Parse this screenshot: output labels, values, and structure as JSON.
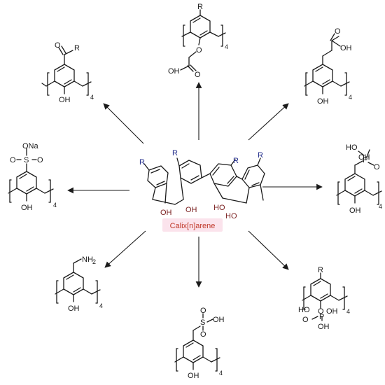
{
  "center": {
    "title": "Calix[n]arene",
    "substituent": "R",
    "hydroxyl": "OH",
    "hydroxyl_alt": "HO",
    "colors": {
      "title": "#c0392b",
      "highlight": "#fbe3ec",
      "r_group": "#1f2a8a",
      "hydroxyl": "#7a1f1f"
    }
  },
  "structures": [
    {
      "id": "acyl",
      "labels": [
        "O",
        "R",
        "OH"
      ],
      "repeat": "4"
    },
    {
      "id": "ether-acetic-acid",
      "labels": [
        "R",
        "O",
        "OH",
        "O"
      ],
      "repeat": "4"
    },
    {
      "id": "propanoic-acid",
      "labels": [
        "O",
        "OH",
        "OH"
      ],
      "repeat": "4"
    },
    {
      "id": "sulfonate",
      "labels": [
        "ONa",
        "S",
        "O",
        "O",
        "OH"
      ],
      "repeat": "4"
    },
    {
      "id": "phosphonic-acid",
      "labels": [
        "HO",
        "OH",
        "P",
        "O",
        "OH"
      ],
      "repeat": "4"
    },
    {
      "id": "aminomethyl",
      "labels": [
        "NH",
        "2",
        "OH"
      ],
      "repeat": "4"
    },
    {
      "id": "methanesulfonic-acid",
      "labels": [
        "O",
        "S",
        "O",
        "OH",
        "OH"
      ],
      "repeat": "4"
    },
    {
      "id": "phosphate",
      "labels": [
        "R",
        "HO",
        "O",
        "P",
        "O",
        "OH",
        "OH"
      ],
      "repeat": "4"
    }
  ]
}
